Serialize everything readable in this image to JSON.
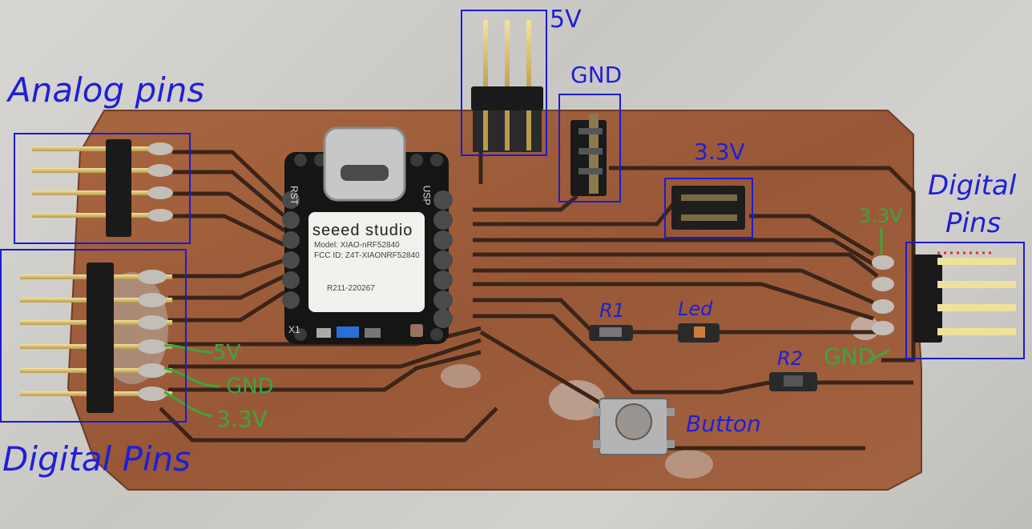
{
  "annotations": {
    "analog_pins": "Analog pins",
    "digital_pins_left": "Digital Pins",
    "digital_pins_right_line1": "Digital",
    "digital_pins_right_line2": "Pins",
    "v5_top": "5V",
    "gnd_top": "GND",
    "v33_top": "3.3V",
    "v33_right": "3.3V",
    "gnd_right": "GND",
    "v5_left": "5V",
    "gnd_left": "GND",
    "v33_left": "3.3V",
    "r1": "R1",
    "r2": "R2",
    "led": "Led",
    "button": "Button"
  },
  "module": {
    "brand": "seeed studio",
    "model": "Model: XIAO-nRF52840",
    "fcc": "FCC ID: Z4T-XIAONRF52840",
    "code": "R211-220267",
    "rst": "RST",
    "usp": "USP",
    "x1": "X1"
  },
  "colors": {
    "annotation_blue": "#1f1fd6",
    "annotation_green": "#3ca63c",
    "copper": "#9a5a3c",
    "trace": "#3b2418"
  }
}
